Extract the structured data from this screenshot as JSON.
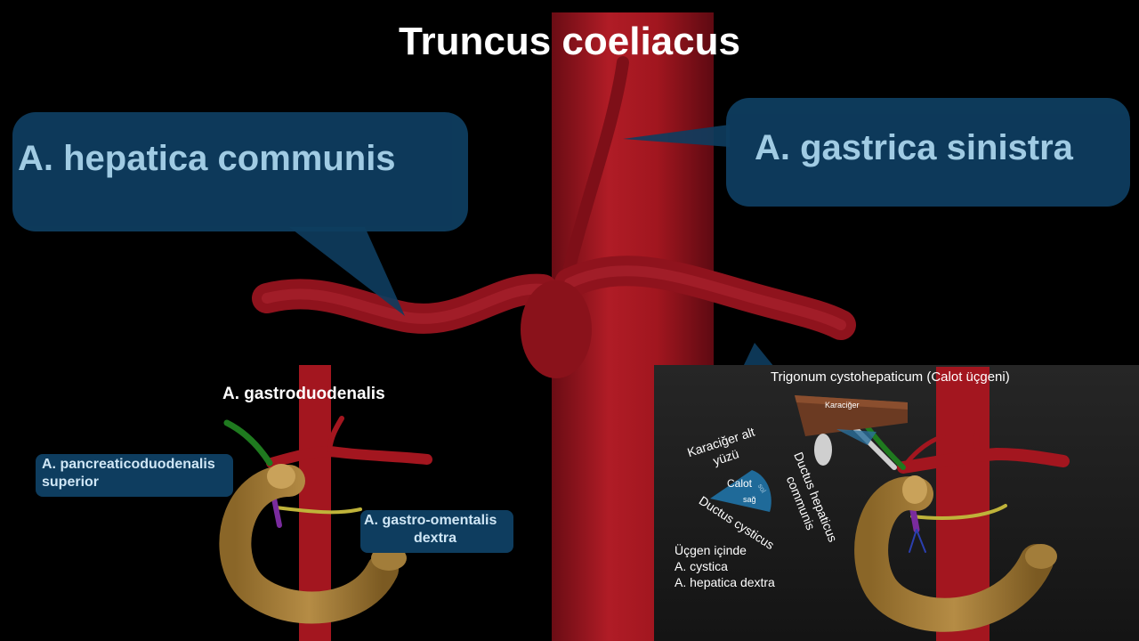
{
  "title": "Truncus coeliacus",
  "callouts": {
    "hepatica_communis": "A. hepatica communis",
    "gastrica_sinistra": "A. gastrica sinistra"
  },
  "left_inset": {
    "gastroduodenalis": "A. gastroduodenalis",
    "pancreaticoduodenalis_line1": "A. pancreaticoduodenalis",
    "pancreaticoduodenalis_line2": "superior",
    "gastro_omentalis_line1": "A. gastro-omentalis",
    "gastro_omentalis_line2": "dextra"
  },
  "right_inset": {
    "title": "Trigonum cystohepaticum (Calot üçgeni)",
    "liver_label": "Karaciğer",
    "liver_under_line1": "Karaciğer alt",
    "liver_under_line2": "yüzü",
    "calot": "Calot",
    "sol": "sol",
    "sag": "sağ",
    "ductus_hepaticus_line1": "Ductus hepaticus",
    "ductus_hepaticus_line2": "communis",
    "ductus_cysticus": "Ductus cysticus",
    "inside_title": "Üçgen içinde",
    "inside_item1": "A. cystica",
    "inside_item2": "A. hepatica dextra"
  },
  "colors": {
    "background": "#000000",
    "callout_fill": "#0e3d5f",
    "callout_text": "#a9d6f0",
    "artery": "#9b1620",
    "duodenum": "#a57f3b",
    "inset_bg": "#1f1f1f"
  }
}
